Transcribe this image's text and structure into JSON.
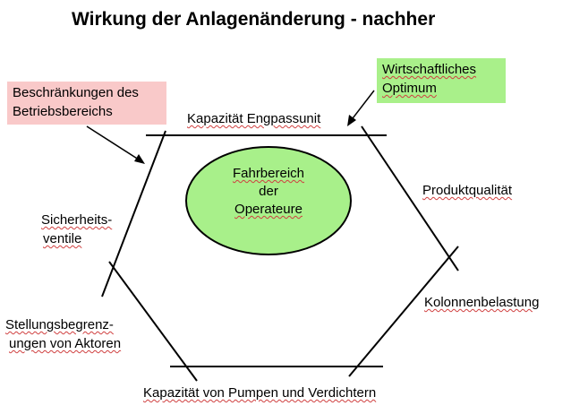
{
  "title": "Wirkung der Anlagenänderung - nachher",
  "boxes": {
    "constraints": [
      "Beschränkungen des",
      "Betriebsbereichs"
    ],
    "optimum": [
      "Wirtschaftliches",
      "Optimum"
    ]
  },
  "labels": {
    "top": "Kapazität Engpassunit",
    "right_top": "Produktqualität",
    "right_bottom": "Kolonnenbelastung",
    "bottom": "Kapazität von Pumpen und Verdichtern",
    "left_top": [
      "Sicherheits-",
      "ventile"
    ],
    "left_bottom": [
      "Stellungsbegrenz-",
      "ungen von Aktoren"
    ]
  },
  "center": [
    "Fahrbereich",
    "der",
    "Operateure"
  ],
  "colors": {
    "constraints_box": "#f9c9c9",
    "optimum_box": "#a9f08a",
    "oval_fill": "#a8f08a"
  }
}
